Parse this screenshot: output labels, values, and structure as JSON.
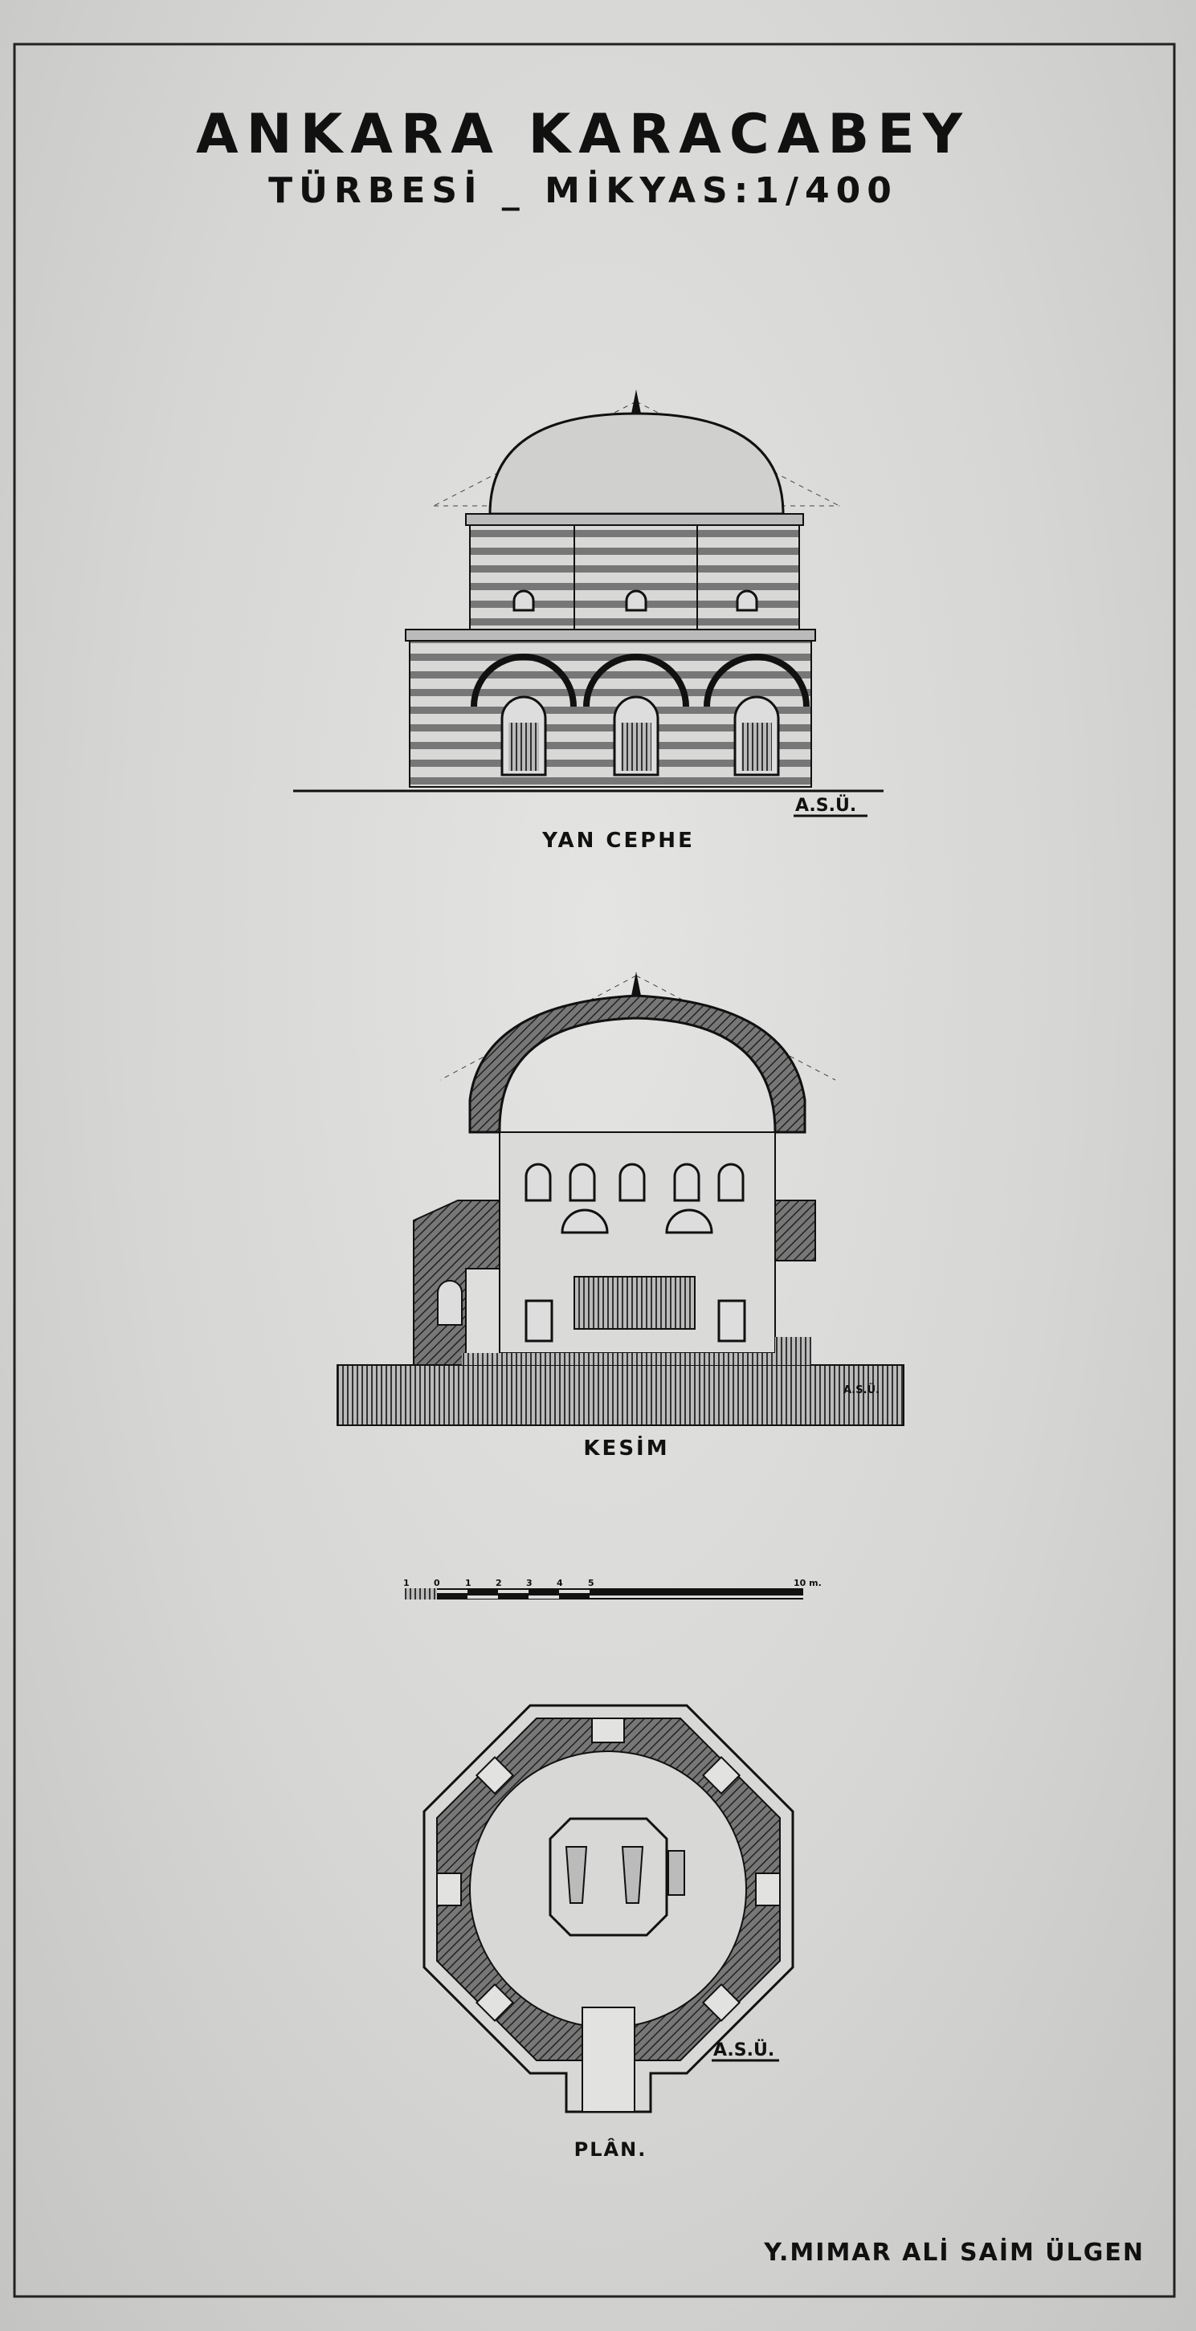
{
  "title": {
    "line1": "ANKARA KARACABEY",
    "line2": "TÜRBESİ _ MİKYAS:1/400"
  },
  "drawings": {
    "elevation": {
      "label": "YAN CEPHE",
      "initials": "A.S.Ü."
    },
    "section": {
      "label": "KESİM",
      "initials": "A.S.Ü."
    },
    "scale_bar": {
      "ticks": [
        "1",
        "0",
        "1",
        "2",
        "3",
        "4",
        "5",
        "10 m."
      ]
    },
    "plan": {
      "label": "PLÂN.",
      "initials": "A.S.Ü."
    }
  },
  "signature": "Y.MIMAR ALİ SAİM ÜLGEN",
  "colors": {
    "paper": "#dcdcda",
    "ink": "#111111"
  }
}
